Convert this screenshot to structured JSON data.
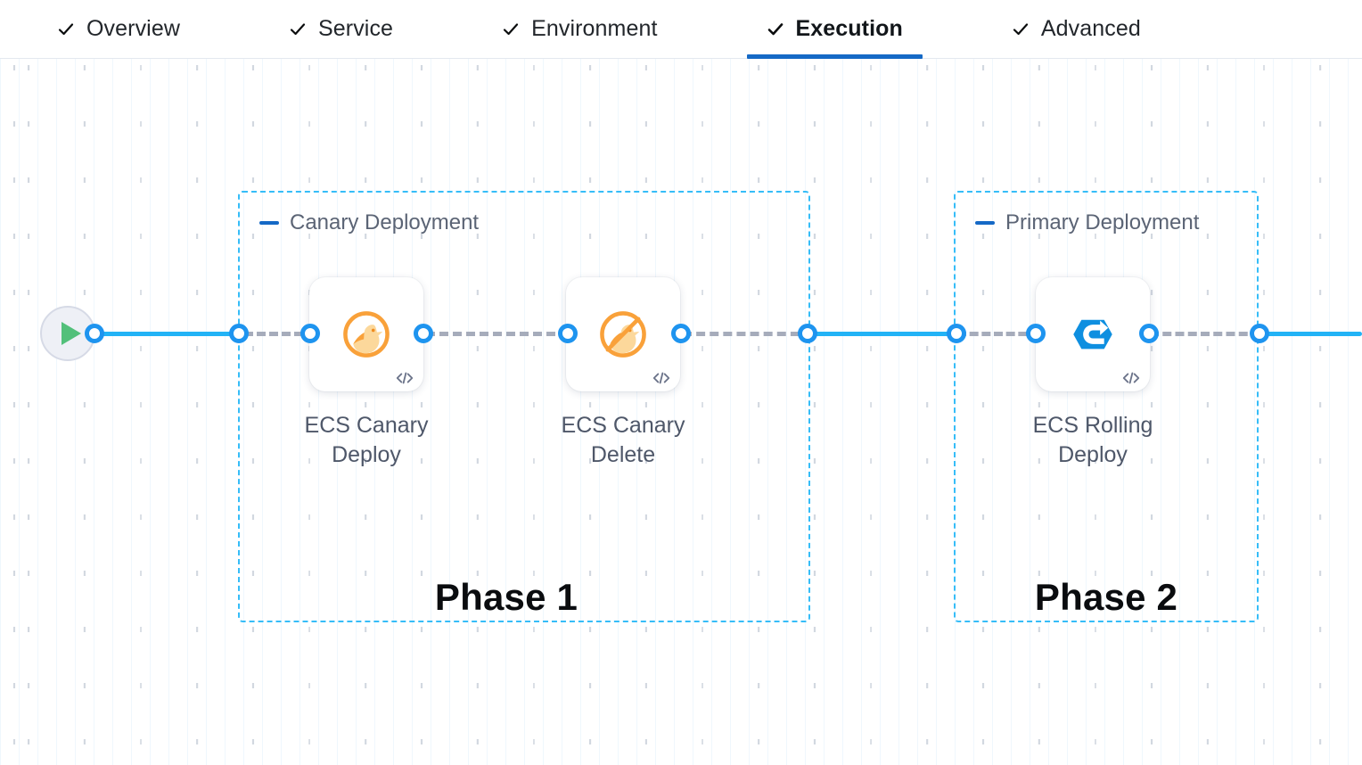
{
  "tabs": [
    {
      "label": "Overview",
      "icon": "check-icon",
      "active": false
    },
    {
      "label": "Service",
      "icon": "check-icon",
      "active": false
    },
    {
      "label": "Environment",
      "icon": "check-icon",
      "active": false
    },
    {
      "label": "Execution",
      "icon": "check-icon",
      "active": true
    },
    {
      "label": "Advanced",
      "icon": "check-icon",
      "active": false
    }
  ],
  "canvas": {
    "start_node": {
      "icon": "play-icon"
    },
    "groups": [
      {
        "title": "Canary Deployment",
        "collapse_icon": "minus-icon",
        "phase": "Phase 1"
      },
      {
        "title": "Primary Deployment",
        "collapse_icon": "minus-icon",
        "phase": "Phase 2"
      }
    ],
    "nodes": [
      {
        "label": "ECS Canary Deploy",
        "icon": "canary-bird-icon",
        "badge": "code-icon"
      },
      {
        "label": "ECS Canary Delete",
        "icon": "canary-bird-slash-icon",
        "badge": "code-icon"
      },
      {
        "label": "ECS Rolling Deploy",
        "icon": "rolling-deploy-hex-icon",
        "badge": "code-icon"
      }
    ]
  },
  "colors": {
    "accent_blue": "#1569c6",
    "edge_blue": "#22b3f6",
    "port_blue": "#1e94ef",
    "group_border": "#36bdf8",
    "canary_orange": "#f9a13a",
    "rolling_blue": "#0e8fe0",
    "play_green": "#52c07a",
    "label_gray": "#4e5769",
    "edge_dashed_gray": "#a6acbb"
  }
}
